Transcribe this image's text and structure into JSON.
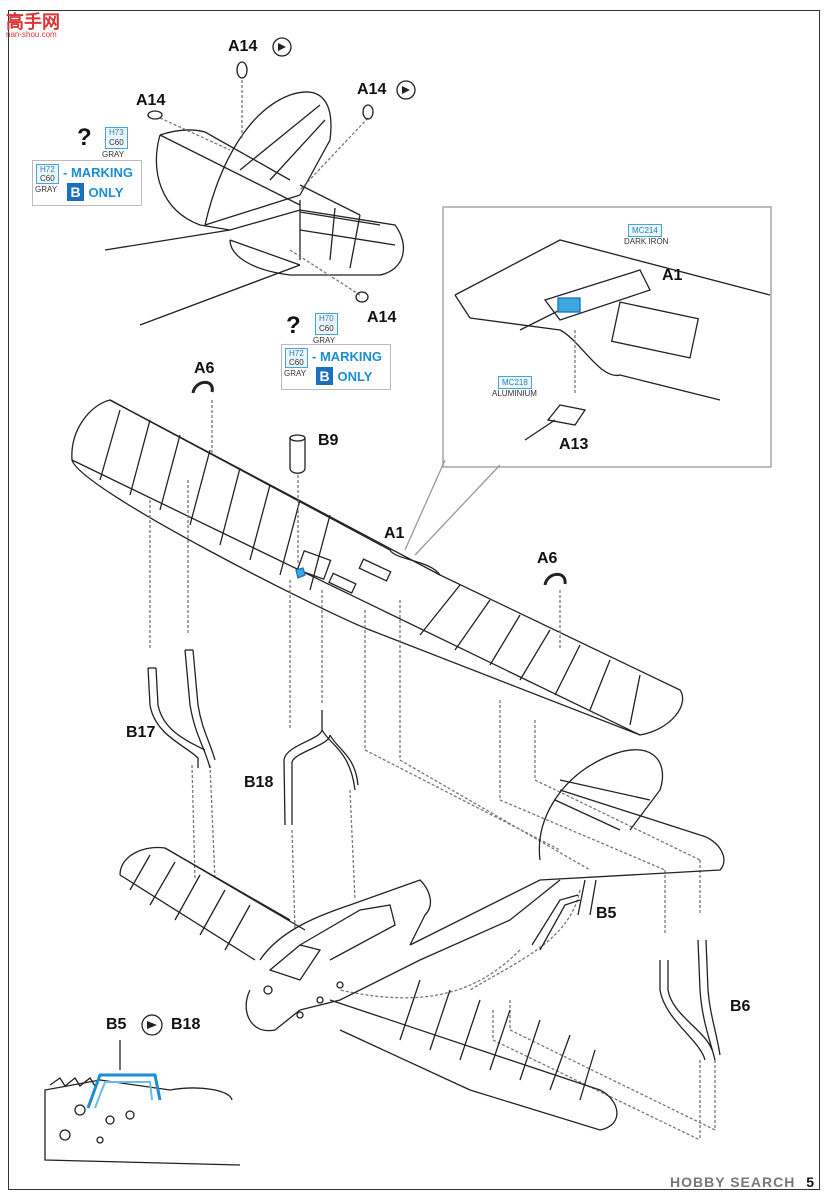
{
  "watermark": {
    "site": "高手网",
    "url": "nan-shou.com"
  },
  "footer": {
    "brand": "HOBBY SEARCH",
    "page_number": "5"
  },
  "labels": {
    "a14_top_center": "A14",
    "a14_top_left": "A14",
    "a14_top_right": "A14",
    "a14_mid": "A14",
    "a6_left": "A6",
    "a6_right": "A6",
    "b9": "B9",
    "a1_main": "A1",
    "a1_inset": "A1",
    "a13": "A13",
    "b17": "B17",
    "b18": "B18",
    "b5": "B5",
    "b6": "B6",
    "b5_ex": "B5",
    "b18_ex": "B18"
  },
  "paint_top": {
    "question": "?",
    "chip_code": "H73",
    "chip_name": "C60",
    "chip_color": "GRAY",
    "marking_chip_code": "H72",
    "marking_chip_name": "C60",
    "marking_chip_color": "GRAY",
    "marking_text": "- MARKING",
    "marking_letter": "B",
    "marking_only": "ONLY"
  },
  "paint_mid": {
    "question": "?",
    "chip_code": "H70",
    "chip_name": "C60",
    "chip_color": "GRAY",
    "marking_chip_code": "H72",
    "marking_chip_name": "C60",
    "marking_chip_color": "GRAY",
    "marking_text": "- MARKING",
    "marking_letter": "B",
    "marking_only": "ONLY"
  },
  "inset_colors": {
    "dark_iron_code": "MC214",
    "dark_iron_name": "DARK IRON",
    "aluminium_code": "MC218",
    "aluminium_name": "ALUMINIUM"
  },
  "colors": {
    "accent_blue": "#1a8fd6",
    "line": "#222222",
    "fill_blue": "#3fa7e0"
  }
}
